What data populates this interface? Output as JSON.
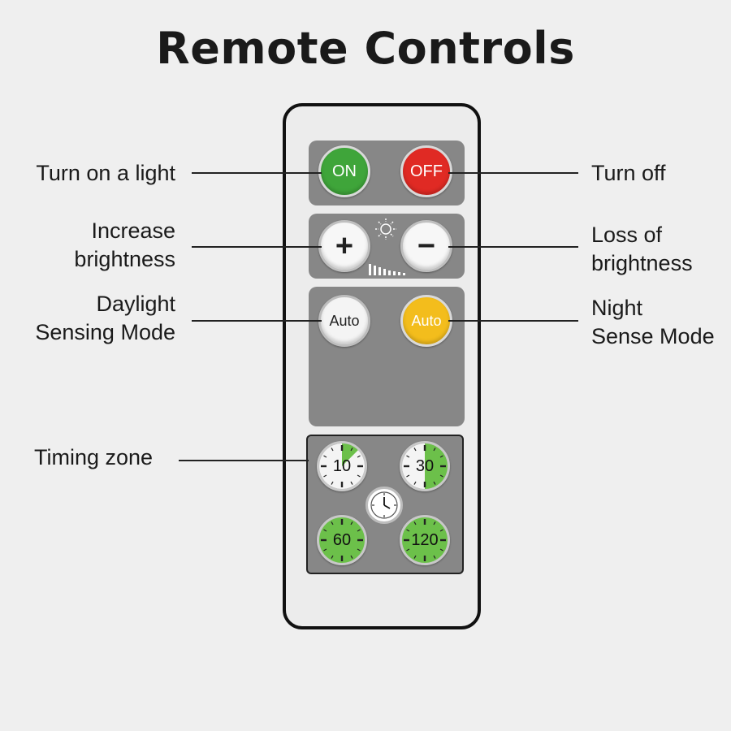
{
  "title": "Remote Controls",
  "buttons": {
    "on": "ON",
    "off": "OFF",
    "plus": "+",
    "minus": "−",
    "auto_day": "Auto",
    "auto_night": "Auto"
  },
  "timers": [
    {
      "label": "10",
      "green_fraction": 0.125
    },
    {
      "label": "30",
      "green_fraction": 0.5
    },
    {
      "label": "60",
      "green_fraction": 1
    },
    {
      "label": "120",
      "green_fraction": 1
    }
  ],
  "labels": {
    "turn_on": "Turn on a light",
    "turn_off": "Turn off",
    "increase_1": "Increase",
    "increase_2": "brightness",
    "loss_1": "Loss of",
    "loss_2": "brightness",
    "daylight_1": "Daylight",
    "daylight_2": "Sensing Mode",
    "night_1": "Night",
    "night_2": "Sense Mode",
    "timing": "Timing zone"
  },
  "icons": [
    "sun-icon",
    "brightness-bars-icon",
    "clock-icon"
  ],
  "colors": {
    "on": "#3fa53a",
    "off": "#e02a24",
    "auto_night": "#f3bd1c",
    "timer_green": "#6cc04a",
    "panel": "#878787"
  }
}
